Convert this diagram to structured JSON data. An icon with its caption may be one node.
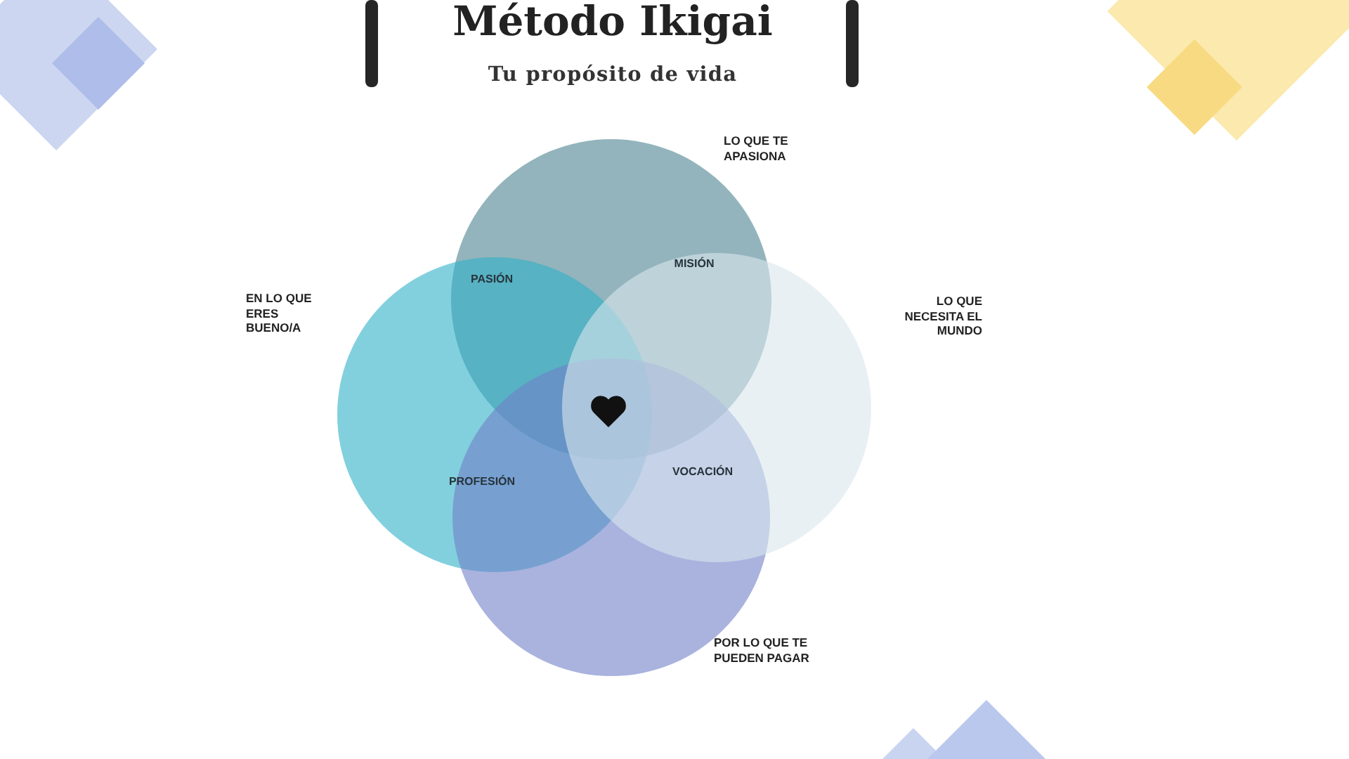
{
  "diagram": {
    "title": "Método Ikigai",
    "nodes": [
      {
        "text": [
          "LO QUE TE APASIONA"
        ]
      },
      {
        "text": [
          "EN LO QUE ERES BUENO/A"
        ]
      },
      {
        "text": [
          "LO QUE NECESITA EL MUNDO"
        ]
      },
      {
        "text": [
          "POR LO QUE TE PUEDEN PAGAR"
        ]
      }
    ],
    "labels": [
      "Tu propósito de vida",
      "PASIÓN",
      "MISIÓN",
      "PROFESIÓN",
      "VOCACIÓN"
    ]
  }
}
